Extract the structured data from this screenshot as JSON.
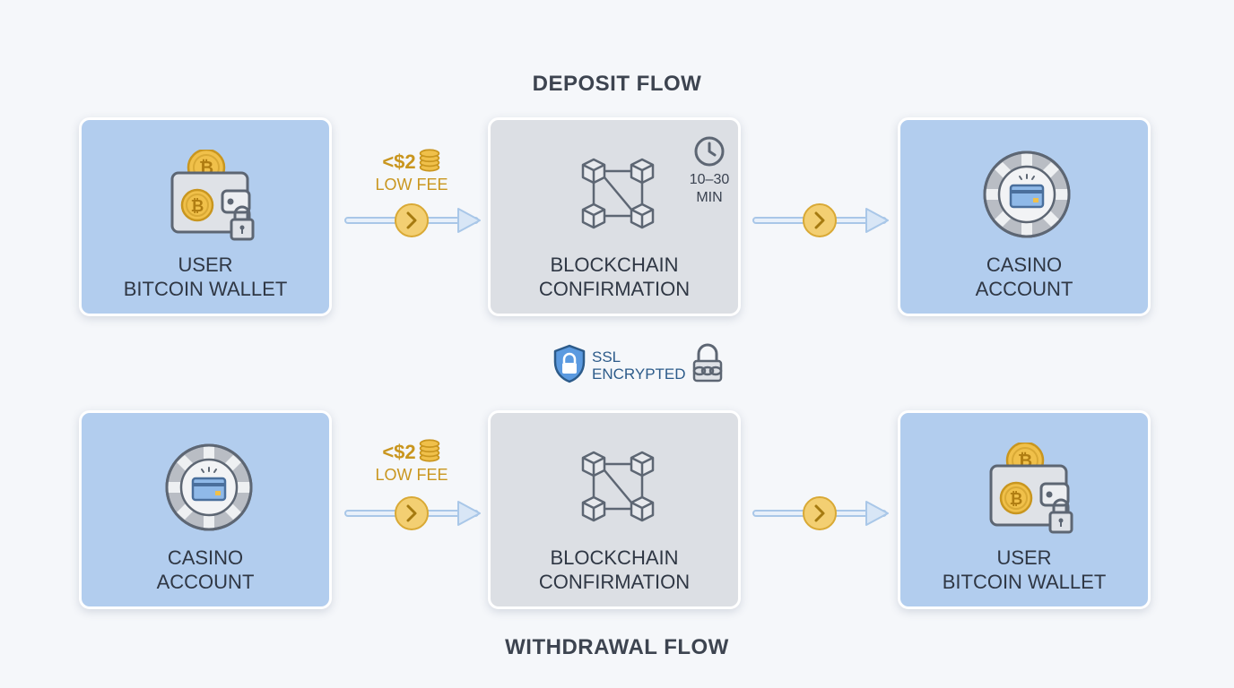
{
  "deposit": {
    "title": "DEPOSIT FLOW",
    "source": {
      "line1": "USER",
      "line2": "BITCOIN WALLET"
    },
    "middle": {
      "line1": "BLOCKCHAIN",
      "line2": "CONFIRMATION"
    },
    "target": {
      "line1": "CASINO",
      "line2": "ACCOUNT"
    },
    "fee": {
      "amount": "<$2",
      "label": "LOW FEE"
    },
    "time": {
      "line1": "10–30",
      "line2": "MIN"
    }
  },
  "security": {
    "line1": "SSL",
    "line2": "ENCRYPTED"
  },
  "withdrawal": {
    "title": "WITHDRAWAL FLOW",
    "source": {
      "line1": "CASINO",
      "line2": "ACCOUNT"
    },
    "middle": {
      "line1": "BLOCKCHAIN",
      "line2": "CONFIRMATION"
    },
    "target": {
      "line1": "USER",
      "line2": "BITCOIN WALLET"
    },
    "fee": {
      "amount": "<$2",
      "label": "LOW FEE"
    }
  },
  "colors": {
    "box_blue": "#b2cdee",
    "box_gray": "#dcdfe4",
    "fee_gold": "#c9961f",
    "arrow_blue": "#a9c7e8",
    "coin_gold": "#f0c04a",
    "ssl_blue": "#3a7bc8"
  },
  "icons": {
    "wallet": "bitcoin-wallet-icon",
    "blockchain": "blockchain-cubes-icon",
    "casino": "casino-chip-icon",
    "clock": "clock-icon",
    "coins": "coin-stack-icon",
    "shield": "shield-lock-icon",
    "padlock": "padlock-chain-icon"
  }
}
